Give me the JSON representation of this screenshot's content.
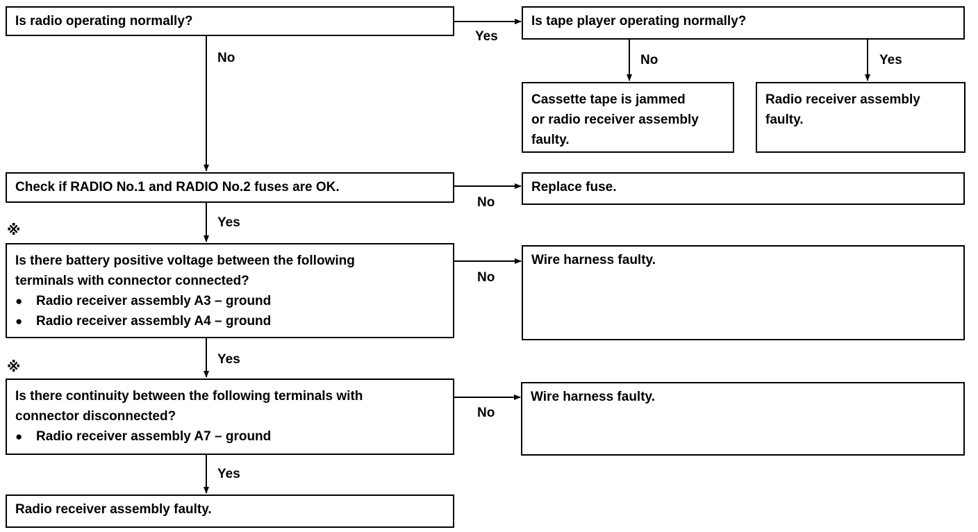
{
  "nodes": {
    "radio_check": {
      "text": "Is radio operating normally?"
    },
    "tape_check": {
      "text": "Is tape player operating normally?"
    },
    "tape_jammed": {
      "lines": [
        "Cassette tape is jammed",
        "or radio receiver assembly",
        "faulty."
      ]
    },
    "receiver_faulty_top": {
      "lines": [
        "Radio receiver assembly",
        "faulty."
      ]
    },
    "fuse_check": {
      "text": "Check if RADIO No.1 and RADIO No.2 fuses are OK."
    },
    "replace_fuse": {
      "text": "Replace fuse."
    },
    "voltage_check": {
      "lines": [
        "Is there battery positive voltage between the following",
        "terminals with connector connected?"
      ],
      "bullets": [
        "Radio receiver assembly A3 – ground",
        "Radio receiver assembly A4 – ground"
      ]
    },
    "wire_faulty_1": {
      "text": "Wire harness faulty."
    },
    "continuity_check": {
      "lines": [
        "Is there continuity between the following terminals with",
        "connector disconnected?"
      ],
      "bullets": [
        "Radio receiver assembly A7 – ground"
      ]
    },
    "wire_faulty_2": {
      "text": "Wire harness faulty."
    },
    "receiver_faulty_bottom": {
      "text": "Radio receiver assembly faulty."
    }
  },
  "edge_labels": {
    "radio_yes": "Yes",
    "radio_no": "No",
    "tape_no": "No",
    "tape_yes": "Yes",
    "fuse_no": "No",
    "fuse_yes": "Yes",
    "voltage_no": "No",
    "voltage_yes": "Yes",
    "continuity_no": "No",
    "continuity_yes": "Yes"
  },
  "marks": {
    "voltage_mark": "※",
    "continuity_mark": "※"
  }
}
